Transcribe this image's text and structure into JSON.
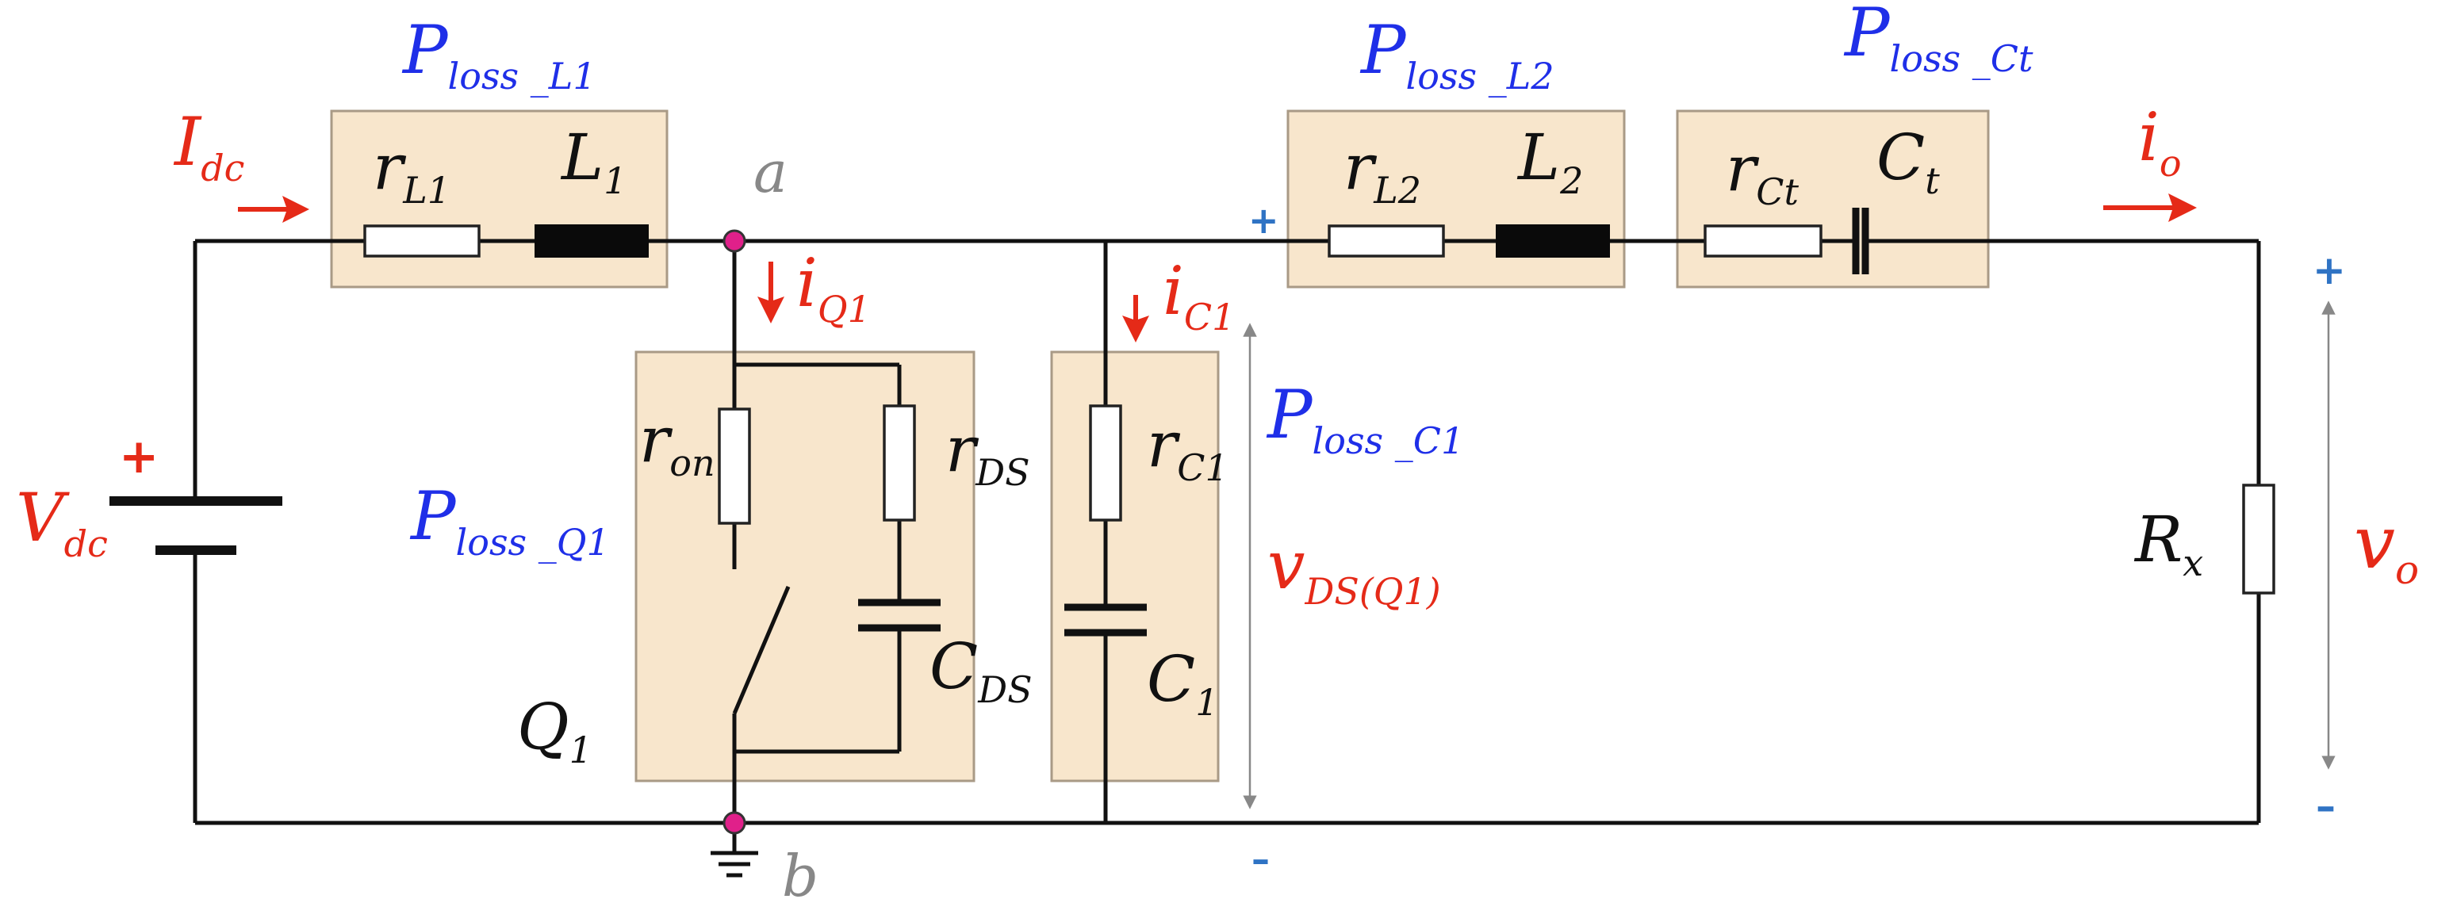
{
  "labels": {
    "ploss_l1": {
      "main": "P",
      "sub": "loss _L1"
    },
    "ploss_l2": {
      "main": "P",
      "sub": "loss _L2"
    },
    "ploss_ct": {
      "main": "P",
      "sub": "loss _Ct"
    },
    "ploss_q1": {
      "main": "P",
      "sub": "loss _Q1"
    },
    "ploss_c1": {
      "main": "P",
      "sub": "loss _C1"
    },
    "idc": {
      "main": "I",
      "sub": "dc"
    },
    "io": {
      "main": "i",
      "sub": "o"
    },
    "iq1": {
      "main": "i",
      "sub": "Q1"
    },
    "ic1": {
      "main": "i",
      "sub": "C1"
    },
    "vdc": {
      "main": "V",
      "sub": "dc"
    },
    "vo": {
      "main": "v",
      "sub": "o"
    },
    "vds": {
      "main": "v",
      "sub": "DS(Q1)"
    },
    "rl1": {
      "main": "r",
      "sub": "L1"
    },
    "l1": {
      "main": "L",
      "sub": "1"
    },
    "rl2": {
      "main": "r",
      "sub": "L2"
    },
    "l2": {
      "main": "L",
      "sub": "2"
    },
    "rct": {
      "main": "r",
      "sub": "Ct"
    },
    "ct": {
      "main": "C",
      "sub": "t"
    },
    "ron": {
      "main": "r",
      "sub": "on"
    },
    "rds": {
      "main": "r",
      "sub": "DS"
    },
    "cds": {
      "main": "C",
      "sub": "DS"
    },
    "rc1": {
      "main": "r",
      "sub": "C1"
    },
    "c1": {
      "main": "C",
      "sub": "1"
    },
    "q1": {
      "main": "Q",
      "sub": "1"
    },
    "rx": {
      "main": "R",
      "sub": "x"
    },
    "node_a": "a",
    "node_b": "b",
    "plus": "+",
    "minus": "–"
  },
  "colors": {
    "loss_label": "#1f2fe8",
    "current_voltage": "#e52a18",
    "component_label": "#111111",
    "node_label": "#888888",
    "box_fill": "#f8e6cc",
    "node_dot": "#e0208a",
    "polarity_sign": "#2f73c4"
  }
}
